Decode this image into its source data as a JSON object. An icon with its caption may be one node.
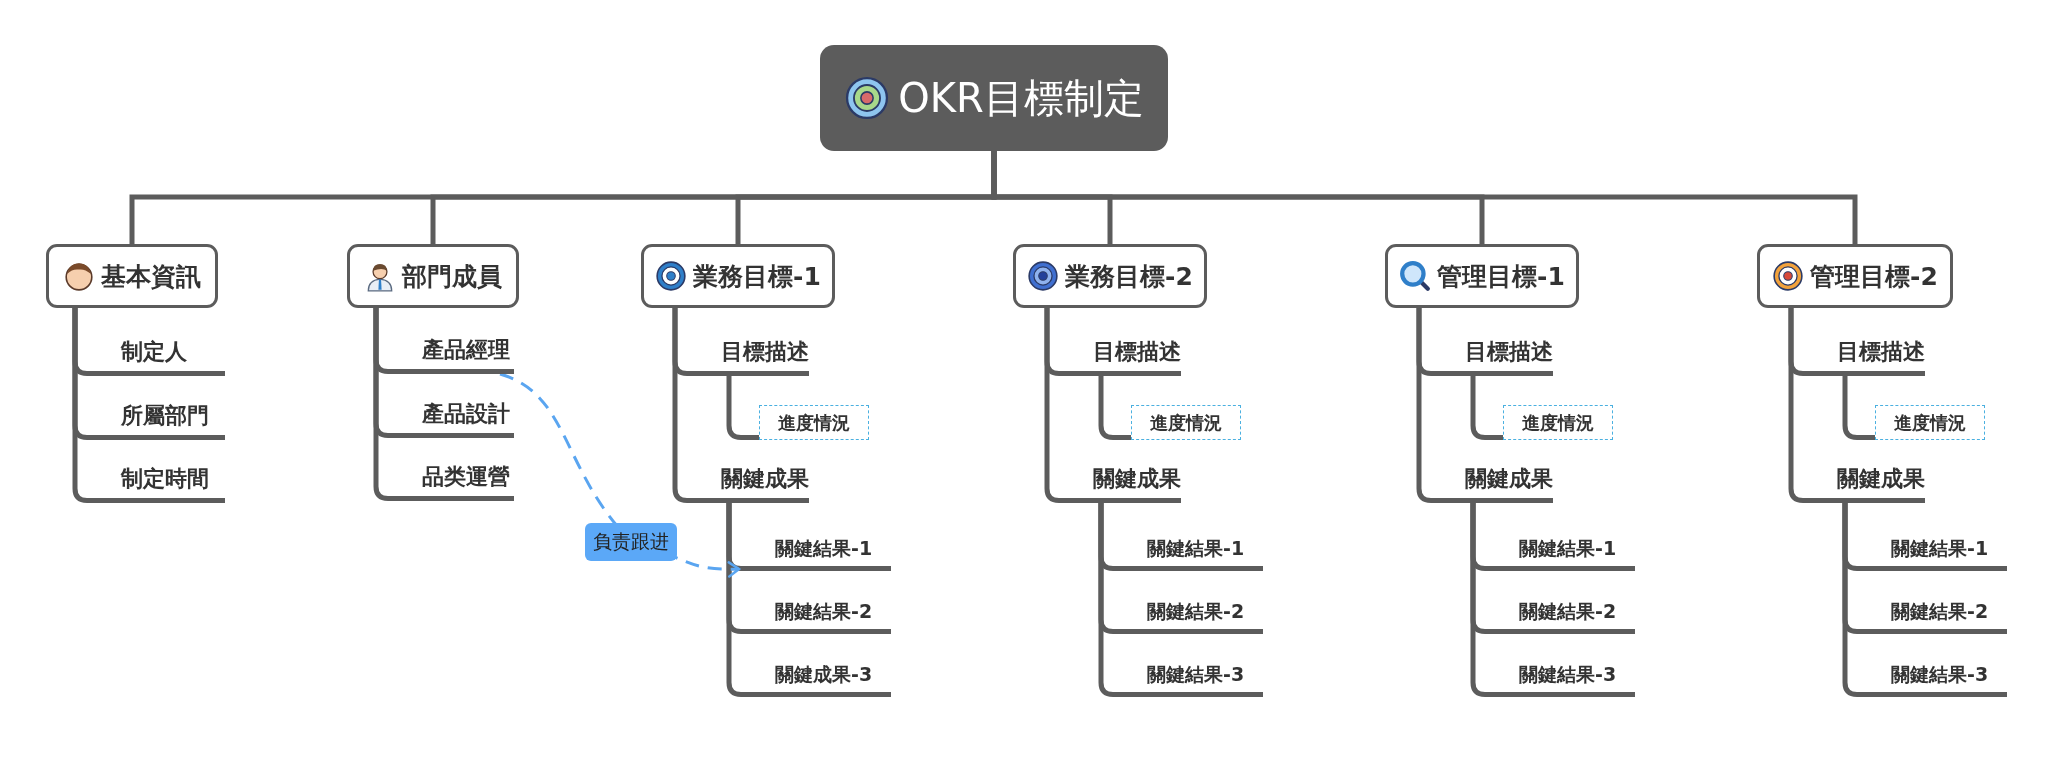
{
  "diagram": {
    "nodes": [
      {
        "text": [
          "OKR目標制定"
        ]
      },
      {
        "text": [
          "基本資訊"
        ]
      },
      {
        "text": [
          "部門成員"
        ]
      },
      {
        "text": [
          "業務目標-1"
        ]
      },
      {
        "text": [
          "業務目標-2"
        ]
      },
      {
        "text": [
          "管理目標-1"
        ]
      },
      {
        "text": [
          "管理目標-2"
        ]
      },
      {
        "text": [
          "制定人"
        ]
      },
      {
        "text": [
          "所屬部門"
        ]
      },
      {
        "text": [
          "制定時間"
        ]
      },
      {
        "text": [
          "產品經理"
        ]
      },
      {
        "text": [
          "產品設計"
        ]
      },
      {
        "text": [
          "品类運營"
        ]
      },
      {
        "text": [
          "目標描述"
        ]
      },
      {
        "text": [
          "進度情況"
        ]
      },
      {
        "text": [
          "關鍵成果"
        ]
      },
      {
        "text": [
          "關鍵結果-1"
        ]
      },
      {
        "text": [
          "關鍵結果-2"
        ]
      },
      {
        "text": [
          "關鍵成果-3"
        ]
      },
      {
        "text": [
          "目標描述"
        ]
      },
      {
        "text": [
          "進度情況"
        ]
      },
      {
        "text": [
          "關鍵成果"
        ]
      },
      {
        "text": [
          "關鍵結果-1"
        ]
      },
      {
        "text": [
          "關鍵結果-2"
        ]
      },
      {
        "text": [
          "關鍵結果-3"
        ]
      },
      {
        "text": [
          "目標描述"
        ]
      },
      {
        "text": [
          "進度情況"
        ]
      },
      {
        "text": [
          "關鍵成果"
        ]
      },
      {
        "text": [
          "關鍵結果-1"
        ]
      },
      {
        "text": [
          "關鍵結果-2"
        ]
      },
      {
        "text": [
          "關鍵結果-3"
        ]
      },
      {
        "text": [
          "目標描述"
        ]
      },
      {
        "text": [
          "進度情況"
        ]
      },
      {
        "text": [
          "關鍵成果"
        ]
      },
      {
        "text": [
          "關鍵結果-1"
        ]
      },
      {
        "text": [
          "關鍵結果-2"
        ]
      },
      {
        "text": [
          "關鍵結果-3"
        ]
      }
    ],
    "edges": [
      {
        "from": 0,
        "to": 1,
        "arrow": "none"
      },
      {
        "from": 0,
        "to": 2,
        "arrow": "none"
      },
      {
        "from": 0,
        "to": 3,
        "arrow": "none"
      },
      {
        "from": 0,
        "to": 4,
        "arrow": "none"
      },
      {
        "from": 0,
        "to": 5,
        "arrow": "none"
      },
      {
        "from": 0,
        "to": 6,
        "arrow": "none"
      },
      {
        "from": 1,
        "to": 7,
        "arrow": "none"
      },
      {
        "from": 1,
        "to": 8,
        "arrow": "none"
      },
      {
        "from": 1,
        "to": 9,
        "arrow": "none"
      },
      {
        "from": 2,
        "to": 10,
        "arrow": "none"
      },
      {
        "from": 2,
        "to": 11,
        "arrow": "none"
      },
      {
        "from": 2,
        "to": 12,
        "arrow": "none"
      },
      {
        "from": 3,
        "to": 13,
        "arrow": "none"
      },
      {
        "from": 13,
        "to": 14,
        "arrow": "none"
      },
      {
        "from": 3,
        "to": 15,
        "arrow": "none"
      },
      {
        "from": 15,
        "to": 16,
        "arrow": "none"
      },
      {
        "from": 15,
        "to": 17,
        "arrow": "none"
      },
      {
        "from": 15,
        "to": 18,
        "arrow": "none"
      },
      {
        "from": 4,
        "to": 19,
        "arrow": "none"
      },
      {
        "from": 19,
        "to": 20,
        "arrow": "none"
      },
      {
        "from": 4,
        "to": 21,
        "arrow": "none"
      },
      {
        "from": 21,
        "to": 22,
        "arrow": "none"
      },
      {
        "from": 21,
        "to": 23,
        "arrow": "none"
      },
      {
        "from": 21,
        "to": 24,
        "arrow": "none"
      },
      {
        "from": 5,
        "to": 25,
        "arrow": "none"
      },
      {
        "from": 25,
        "to": 26,
        "arrow": "none"
      },
      {
        "from": 5,
        "to": 27,
        "arrow": "none"
      },
      {
        "from": 27,
        "to": 28,
        "arrow": "none"
      },
      {
        "from": 27,
        "to": 29,
        "arrow": "none"
      },
      {
        "from": 27,
        "to": 30,
        "arrow": "none"
      },
      {
        "from": 6,
        "to": 31,
        "arrow": "none"
      },
      {
        "from": 31,
        "to": 32,
        "arrow": "none"
      },
      {
        "from": 6,
        "to": 33,
        "arrow": "none"
      },
      {
        "from": 33,
        "to": 34,
        "arrow": "none"
      },
      {
        "from": 33,
        "to": 35,
        "arrow": "none"
      },
      {
        "from": 33,
        "to": 36,
        "arrow": "none"
      },
      {
        "from": 10,
        "to": 16,
        "arrow": "to",
        "label": "負责跟进",
        "style": "dashed",
        "color": "#5aa5f0"
      }
    ]
  }
}
